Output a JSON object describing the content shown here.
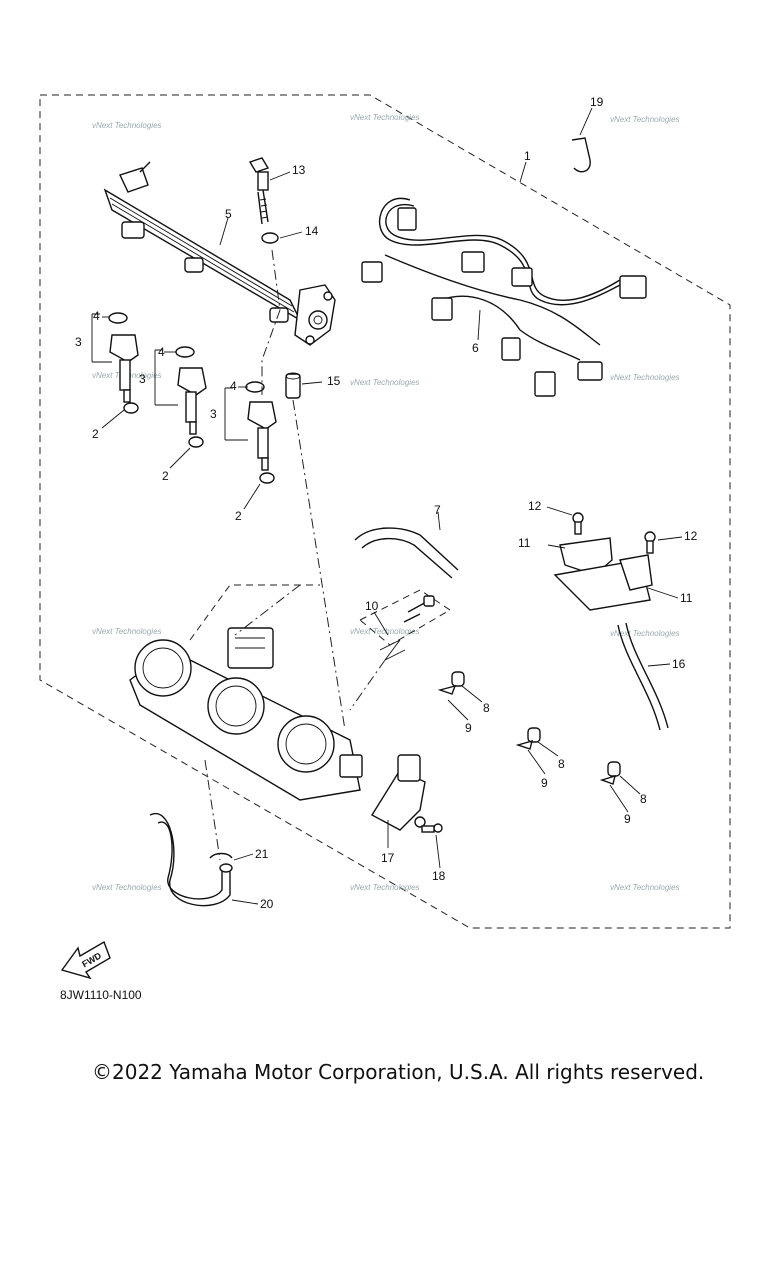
{
  "callouts": [
    "1",
    "2",
    "2",
    "2",
    "3",
    "3",
    "3",
    "4",
    "4",
    "4",
    "5",
    "6",
    "7",
    "8",
    "8",
    "8",
    "9",
    "9",
    "9",
    "10",
    "11",
    "11",
    "12",
    "12",
    "13",
    "14",
    "15",
    "16",
    "17",
    "18",
    "19",
    "20",
    "21"
  ],
  "watermark": "vNext Technologies",
  "fwd_label": "FWD",
  "drawing_code": "8JW1110-N100",
  "copyright": "©2022 Yamaha Motor Corporation, U.S.A. All rights reserved."
}
